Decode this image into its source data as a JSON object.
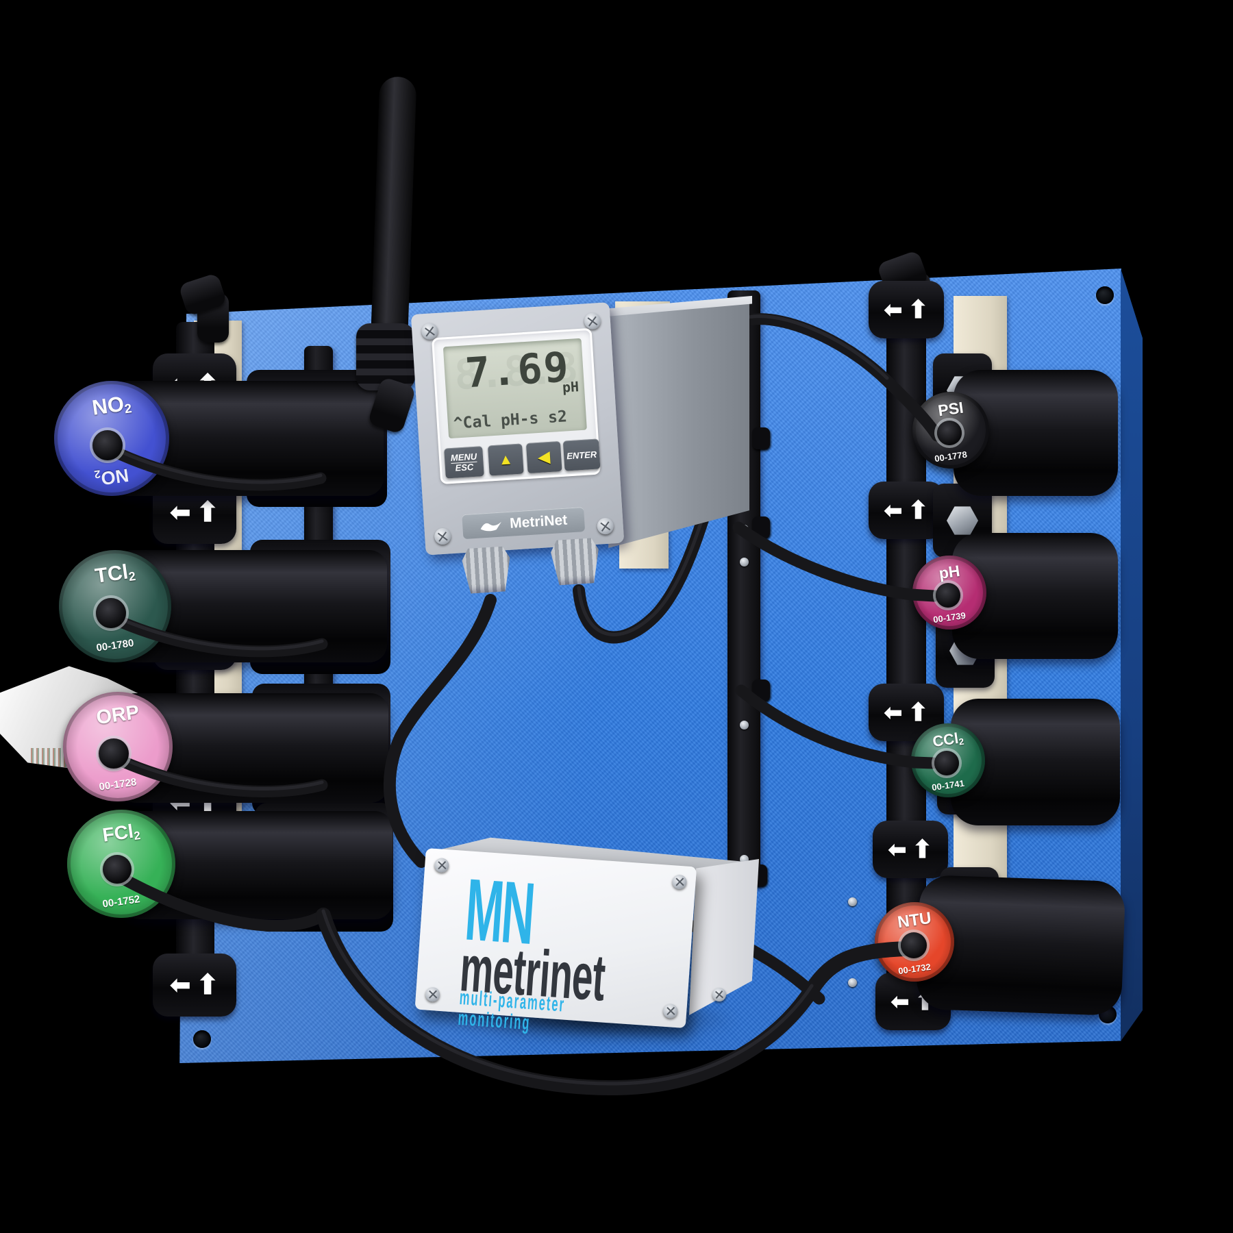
{
  "scene": {
    "background": "#000000",
    "panel_color": "#2f7ce2",
    "accent": "#2fb4e9"
  },
  "display_unit": {
    "lcd": {
      "reading": "7.69",
      "unit": "pH",
      "status_line": "^Cal pH-s s2",
      "ghost_segments": "8.8.8"
    },
    "keypad": {
      "menu_line1": "MENU",
      "menu_line2": "ESC",
      "up_icon": "▲",
      "left_icon": "◀",
      "enter_label": "ENTER"
    },
    "badge": {
      "brand": "MetriNet"
    }
  },
  "junction_box": {
    "logo": "MN",
    "brand": "metrinet",
    "tagline": "multi-parameter monitoring",
    "accent": "#2fb4e9",
    "text_color": "#33373e"
  },
  "flow_icons": {
    "back": "⬅",
    "up": "⬆"
  },
  "sensors": {
    "left": [
      {
        "label_main": "NO",
        "label_sub": "2",
        "bottom_main": "NO",
        "bottom_sub": "2",
        "part": "",
        "cap_color": "#4351d1"
      },
      {
        "label_main": "TCl",
        "label_sub": "2",
        "part": "00-1780",
        "cap_color": "#2c584e"
      },
      {
        "label_main": "ORP",
        "label_sub": "",
        "part": "00-1728",
        "cap_color": "#ec9ccb"
      },
      {
        "label_main": "FCl",
        "label_sub": "2",
        "part": "00-1752",
        "cap_color": "#36b157"
      }
    ],
    "right": [
      {
        "label_main": "PSI",
        "label_sub": "",
        "part": "00-1778",
        "cap_color": "#1b1b20"
      },
      {
        "label_main": "pH",
        "label_sub": "",
        "part": "00-1739",
        "cap_color": "#b52d72"
      },
      {
        "label_main": "CCl",
        "label_sub": "2",
        "part": "00-1741",
        "cap_color": "#1e6b4b"
      },
      {
        "label_main": "NTU",
        "label_sub": "",
        "part": "00-1732",
        "cap_color": "#e5462a"
      }
    ]
  }
}
